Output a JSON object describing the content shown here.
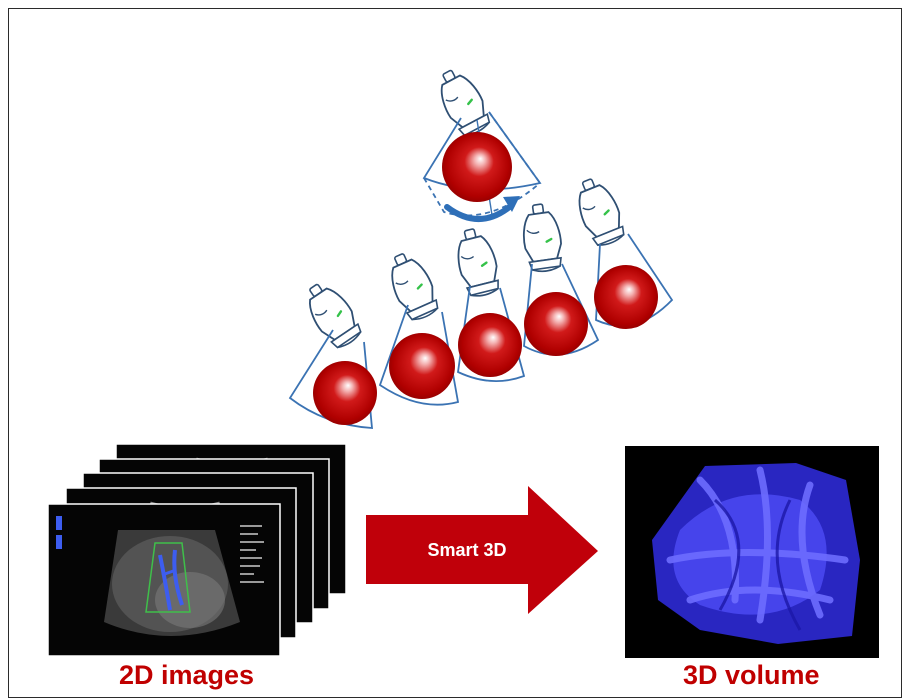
{
  "labels": {
    "left": "2D images",
    "right": "3D volume",
    "arrow": "Smart 3D"
  },
  "colors": {
    "accent_red": "#c00000",
    "arrow_red": "#c0000a",
    "ball_red": "#b80000",
    "probe_outline": "#2f4f73",
    "beam_blue": "#3b73b3",
    "volume_blue": "#3e3ee6",
    "frame_border": "#2b2b2b"
  },
  "icons": [
    "ultrasound-probe-icon",
    "rotation-arrow-icon",
    "red-sphere-icon"
  ]
}
